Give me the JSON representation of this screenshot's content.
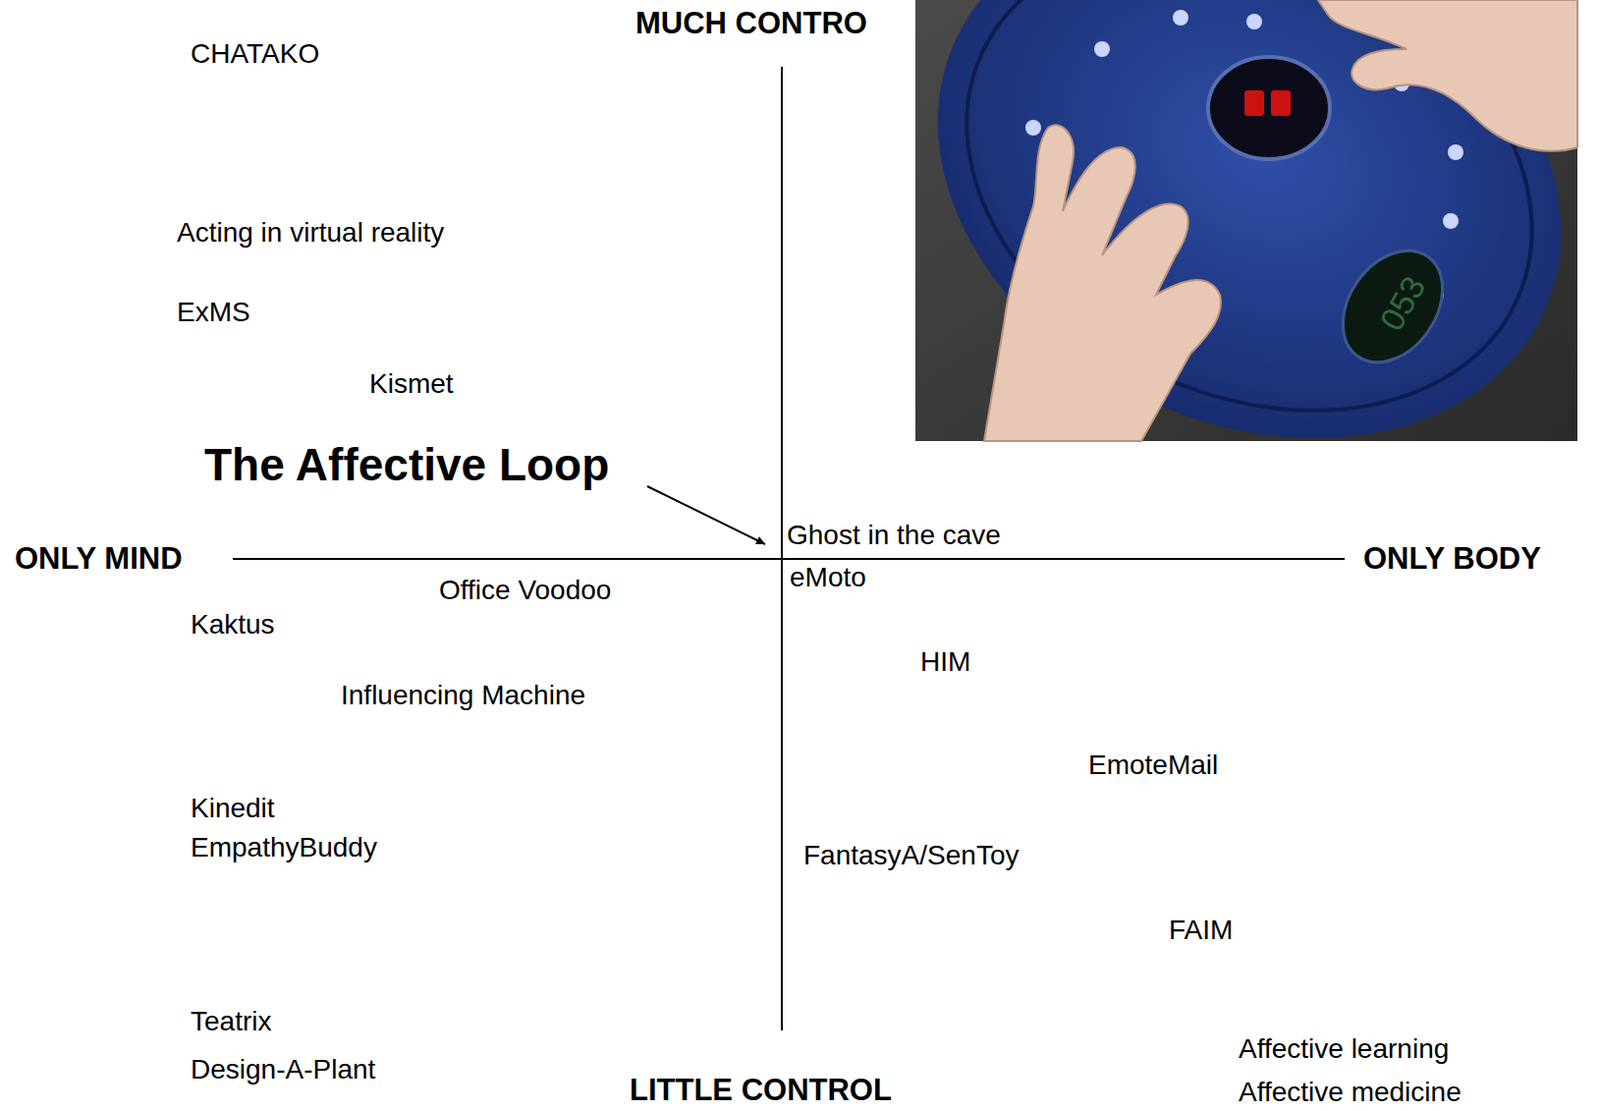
{
  "diagram": {
    "labels": [
      "MUCH CONTRO",
      "CHATAKO",
      "Acting in virtual reality",
      "053",
      "ExMS",
      "Kismet",
      "The Affective Loop",
      "Ghost in the cave",
      "ONLY MIND",
      "ONLY BODY",
      "eMoto",
      "Office Voodoo",
      "Kaktus",
      "HIM",
      "Influencing Machine",
      "EmoteMail",
      "Kinedit",
      "EmpathyBuddy",
      "FantasyA/SenToy",
      "FAIM",
      "Teatrix",
      "Affective learning",
      "Design-A-Plant",
      "LITTLE CONTROL",
      "Affective medicine"
    ]
  }
}
